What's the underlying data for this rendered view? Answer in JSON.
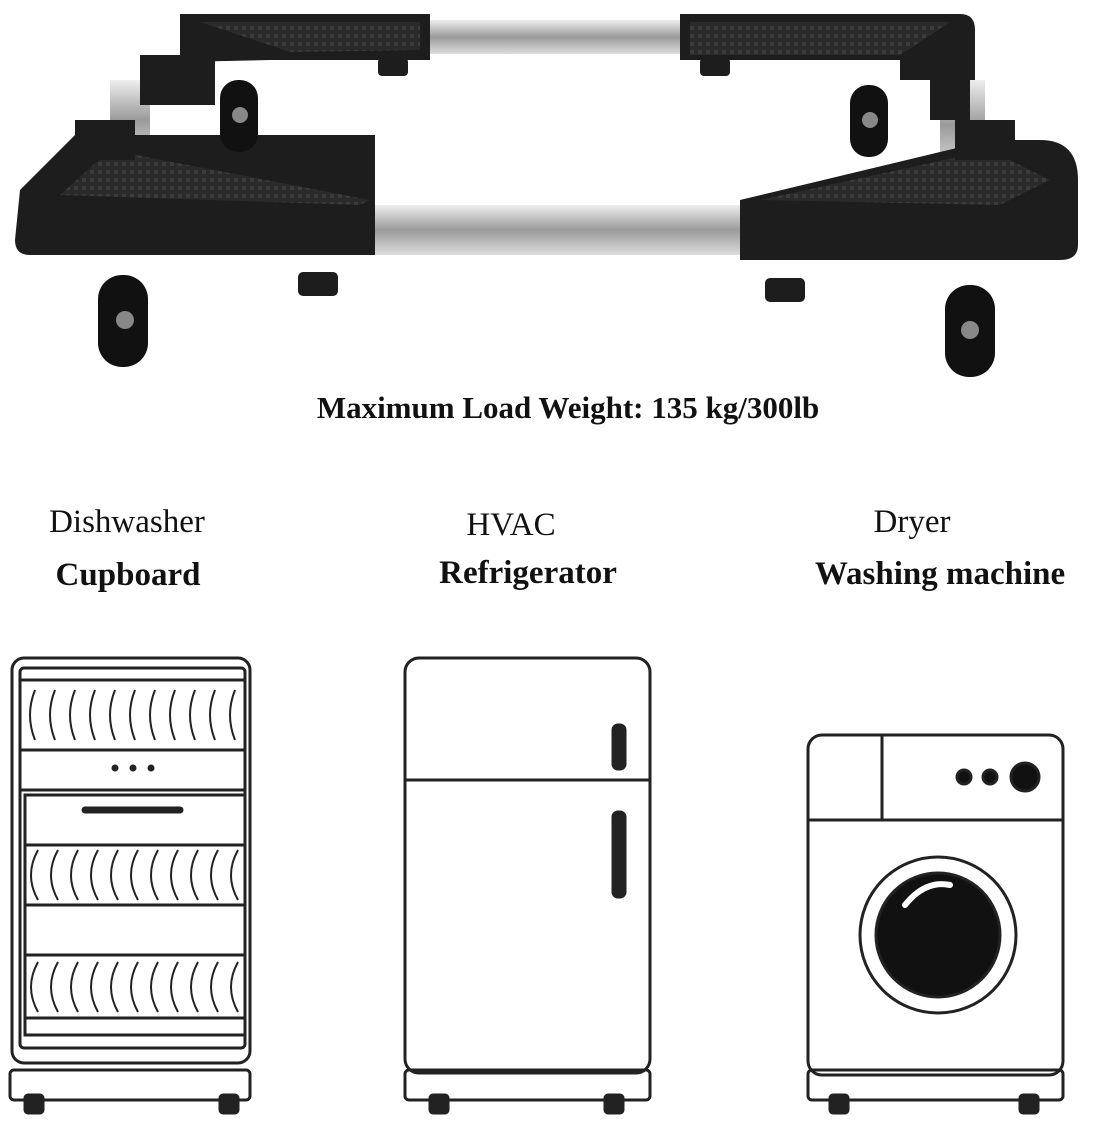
{
  "headline": "Maximum Load Weight: 135 kg/300lb",
  "load": {
    "kg": 135,
    "lb": 300
  },
  "appliances": [
    {
      "line1": "Dishwasher",
      "line2": "Cupboard"
    },
    {
      "line1": "HVAC",
      "line2": "Refrigerator"
    },
    {
      "line1": "Dryer",
      "line2": "Washing machine"
    }
  ],
  "colors": {
    "frame": "#1a1a1a",
    "tube": "#b8b8b8",
    "line": "#222222"
  }
}
